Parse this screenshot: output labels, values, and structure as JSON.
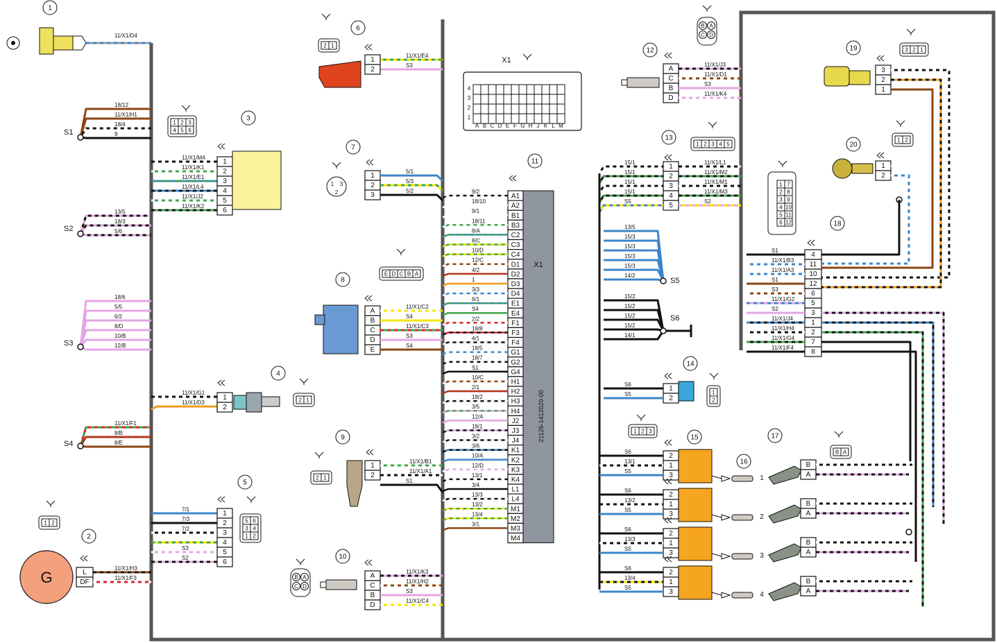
{
  "ecu": {
    "part_number": "21126-1412020-00",
    "label": "X1",
    "pins": [
      "A1",
      "A2",
      "B1",
      "B3",
      "C2",
      "C3",
      "C4",
      "D1",
      "D2",
      "D3",
      "D4",
      "E1",
      "E4",
      "F1",
      "F3",
      "F4",
      "G1",
      "G2",
      "G4",
      "H1",
      "H2",
      "H3",
      "H4",
      "J2",
      "J3",
      "J4",
      "K1",
      "K2",
      "K3",
      "K4",
      "L1",
      "L4",
      "M1",
      "M2",
      "M3",
      "M4"
    ],
    "wires": [
      "9/2",
      "18/10",
      "9/1",
      "18/11",
      "8/A",
      "8/C",
      "10/D",
      "12/C",
      "4/2",
      "1",
      "3/3",
      "6/1",
      "S4",
      "2/2",
      "18/8",
      "4/1",
      "18/5",
      "18/7",
      "S1",
      "10/C",
      "2/1",
      "18/2",
      "3/5",
      "12/A",
      "18/1",
      "3/2",
      "3/6",
      "10/A",
      "12/D",
      "13/1",
      "3/4",
      "13/3",
      "13/2",
      "13/4",
      "3/1"
    ],
    "connector": {
      "label": "X1",
      "rows": [
        "4",
        "3",
        "2",
        "1"
      ],
      "cols": [
        "A",
        "B",
        "C",
        "D",
        "E",
        "F",
        "G",
        "H",
        "J",
        "K",
        "L",
        "M"
      ]
    }
  },
  "components": [
    {
      "num": "1",
      "wires": [
        "11/X1/D4"
      ]
    },
    {
      "num": "2",
      "letter": "G",
      "pins": [
        "L",
        "DF"
      ],
      "wires": [
        "11/X1/H3",
        "11/X1/F3"
      ],
      "connector_cells": [
        "1",
        "2"
      ]
    },
    {
      "num": "3",
      "pins": [
        "1",
        "2",
        "3",
        "4",
        "5",
        "6"
      ],
      "wires": [
        "11/X1/M4",
        "11/X1/K1",
        "11/X1/E1",
        "11/X1/L4",
        "11/X1/J2",
        "11/X1/K2"
      ],
      "connector_cells": [
        "1",
        "2",
        "3",
        "4",
        "5",
        "6"
      ]
    },
    {
      "num": "4",
      "pins": [
        "1",
        "2"
      ],
      "wires": [
        "11/X1/G1",
        "11/X1/D3"
      ],
      "connector_cells": [
        "2",
        "1"
      ]
    },
    {
      "num": "5",
      "pins": [
        "1",
        "2",
        "3",
        "4",
        "5",
        "6"
      ],
      "wires": [
        "7/1",
        "7/3",
        "7/2",
        "S3",
        "S2"
      ],
      "connector_cells": [
        "5",
        "6",
        "3",
        "4",
        "1",
        "2"
      ]
    },
    {
      "num": "6",
      "pins": [
        "1",
        "2"
      ],
      "wires": [
        "11/X1/E4",
        "S3"
      ],
      "connector_cells": [
        "2",
        "1"
      ]
    },
    {
      "num": "7",
      "pins": [
        "1",
        "2",
        "3"
      ],
      "wires": [
        "5/1",
        "5/3",
        "5/2"
      ],
      "connector_cells": [
        "1",
        "3",
        "2"
      ]
    },
    {
      "num": "8",
      "pins": [
        "A",
        "B",
        "C",
        "D",
        "E"
      ],
      "wires": [
        "11/X1/C2",
        "S4",
        "11/X1/C3",
        "S3",
        "S4"
      ],
      "connector_cells": [
        "E",
        "D",
        "C",
        "B",
        "A"
      ]
    },
    {
      "num": "9",
      "pins": [
        "1",
        "2"
      ],
      "wires": [
        "11/X1/B1",
        "11/X1/A1",
        "S1"
      ],
      "connector_cells": [
        "2",
        "1"
      ]
    },
    {
      "num": "10",
      "pins": [
        "A",
        "C",
        "B",
        "D"
      ],
      "wires": [
        "11/X1/K3",
        "11/X1/H2",
        "S3",
        "11/X1/C4"
      ],
      "connector_cells": [
        "B",
        "A",
        "C",
        "D"
      ]
    },
    {
      "num": "11"
    },
    {
      "num": "12",
      "pins": [
        "A",
        "C",
        "B",
        "D"
      ],
      "wires": [
        "11/X1/J3",
        "11/X1/D1",
        "S3",
        "11/X1/K4"
      ],
      "connector_cells": [
        "B",
        "A",
        "C",
        "D"
      ]
    },
    {
      "num": "13",
      "pins": [
        "1",
        "2",
        "3",
        "4",
        "5"
      ],
      "left_wires": [
        "15/1",
        "15/1",
        "15/1",
        "15/1",
        "S5"
      ],
      "right_wires": [
        "11/X1/L1",
        "11/X1/M2",
        "11/X1/M1",
        "11/X1/M3",
        "S2"
      ],
      "connector_cells": [
        "1",
        "2",
        "3",
        "4",
        "5"
      ]
    },
    {
      "num": "14",
      "pins": [
        "1",
        "2"
      ],
      "wires": [
        "S6",
        "S5"
      ],
      "connector_cells": [
        "1",
        "2"
      ]
    },
    {
      "num": "15",
      "pins": [
        "2",
        "1",
        "3"
      ],
      "coil_wires": [
        [
          "S6",
          "13/1",
          "S5"
        ],
        [
          "S6",
          "13/2",
          "S5"
        ],
        [
          "S6",
          "13/3",
          "S5"
        ],
        [
          "S6",
          "13/4",
          "S5"
        ]
      ],
      "connector_cells": [
        "1",
        "2",
        "3"
      ]
    },
    {
      "num": "16",
      "plugs": [
        "1",
        "2",
        "3",
        "4"
      ]
    },
    {
      "num": "17",
      "pins": [
        "B",
        "A"
      ],
      "connector_cells": [
        "B",
        "A"
      ]
    },
    {
      "num": "18",
      "pins": [
        "4",
        "11",
        "10",
        "12",
        "6",
        "5",
        "3",
        "1",
        "2",
        "7",
        "8"
      ],
      "wires": [
        "S1",
        "11/X1/B3",
        "11/X1/A3",
        "S1",
        "S3",
        "11/X1/G2",
        "S2",
        "11/X1/J4",
        "11/X1/H4",
        "11/X1/G4",
        "11/X1/F4"
      ],
      "connector_cells": [
        "1",
        "7",
        "2",
        "8",
        "3",
        "9",
        "4",
        "10",
        "5",
        "11",
        "6",
        "12"
      ]
    },
    {
      "num": "19",
      "pins": [
        "3",
        "2",
        "1"
      ],
      "connector_cells": [
        "3",
        "2",
        "1"
      ]
    },
    {
      "num": "20",
      "pins": [
        "1",
        "2"
      ],
      "connector_cells": [
        "1",
        "2"
      ]
    }
  ],
  "splices": [
    {
      "label": "S1",
      "wires": [
        "18/12",
        "11/X1/H1",
        "18/4",
        "9"
      ]
    },
    {
      "label": "S2",
      "wires": [
        "13/5",
        "18/3",
        "5/6"
      ]
    },
    {
      "label": "S3",
      "wires": [
        "18/6",
        "5/5",
        "6/2",
        "8/D",
        "10/B",
        "12/B"
      ]
    },
    {
      "label": "S4",
      "wires": [
        "11/X1/F1",
        "8/B",
        "8/E"
      ]
    },
    {
      "label": "S5",
      "wires": [
        "13/5",
        "15/3",
        "15/3",
        "15/3",
        "15/3",
        "14/2"
      ]
    },
    {
      "label": "S6",
      "wires": [
        "15/2",
        "15/2",
        "15/2",
        "15/2",
        "14/1"
      ]
    }
  ],
  "colors": {
    "black": "#111111",
    "brown": "#8b4513",
    "pink": "#e3a6e3",
    "green": "#3fa648",
    "blue": "#3b86c8",
    "yellow": "#f5e400",
    "orange": "#f39a1e",
    "red": "#d9262b",
    "white": "#ffffff",
    "grey": "#9a9a9a",
    "gen_fill": "#f4a07c",
    "ecu_fill": "#8f96a0",
    "box_fill": "#fbf29c",
    "coil_fill": "#f6a51e",
    "sensor_red": "#e0441e"
  },
  "icons": [
    "plug-icon",
    "gear-icon"
  ]
}
